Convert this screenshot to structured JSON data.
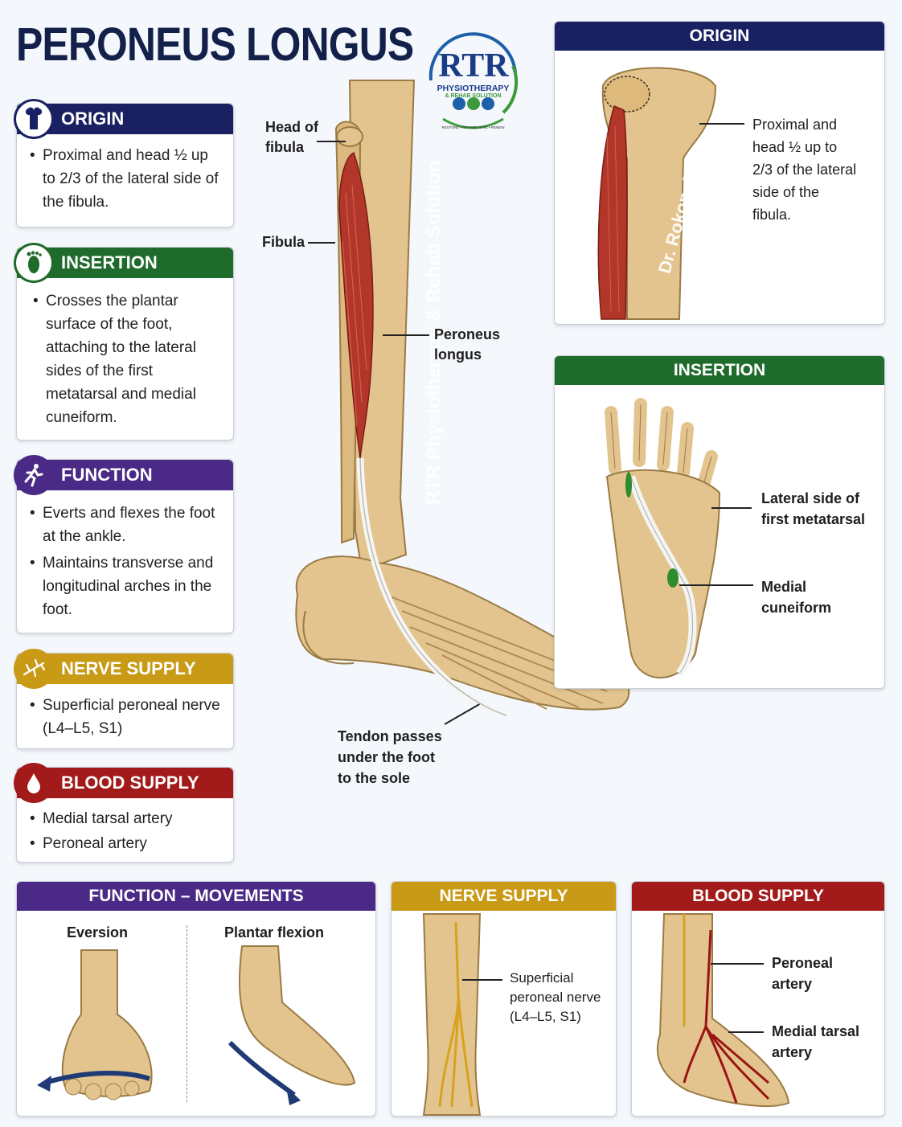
{
  "title": "PERONEUS LONGUS",
  "logo": {
    "text": "RTR",
    "line1": "PHYSIOTHERAPY",
    "line2": "& REHAB SOLUTION",
    "tagline": "RESTORE • REHABILITATE • RENEW"
  },
  "watermarks": {
    "main": "RTR Physiotherapy & Rehab Solution",
    "author": "Dr. Rokon, PT"
  },
  "colors": {
    "navy": "#1a2163",
    "green": "#1f6b2b",
    "purple": "#4a2a86",
    "gold": "#c99a16",
    "red": "#a31a1a",
    "bone": "#e3c48f",
    "muscle": "#b2362a"
  },
  "cards": {
    "origin": {
      "heading": "ORIGIN",
      "icon": "bone-icon",
      "items": [
        "Proximal and head ½ up to 2/3 of the lateral side of the fibula."
      ]
    },
    "insertion": {
      "heading": "INSERTION",
      "icon": "foot-icon",
      "items": [
        "Crosses the plantar surface of the foot, attaching to the lateral sides of the first metatarsal and medial cuneiform."
      ]
    },
    "function": {
      "heading": "FUNCTION",
      "icon": "running-person-icon",
      "items": [
        "Everts and flexes the foot at the ankle.",
        "Maintains transverse and longitudinal arches in the foot."
      ]
    },
    "nerve": {
      "heading": "NERVE SUPPLY",
      "icon": "nerve-icon",
      "items": [
        "Superficial peroneal nerve (L4–L5, S1)"
      ]
    },
    "blood": {
      "heading": "BLOOD SUPPLY",
      "icon": "blood-drop-icon",
      "items": [
        "Medial tarsal artery",
        "Peroneal artery"
      ]
    }
  },
  "main_labels": {
    "head_of_fibula": "Head of fibula",
    "fibula": "Fibula",
    "peroneus_longus": "Peroneus longus",
    "tendon": "Tendon passes under the foot to the sole"
  },
  "origin_panel": {
    "heading": "ORIGIN",
    "label": "Proximal and head ½ up to 2/3 of the lateral side of the fibula."
  },
  "insertion_panel": {
    "heading": "INSERTION",
    "label1": "Lateral side of first metatarsal",
    "label2": "Medial cuneiform"
  },
  "movements_panel": {
    "heading": "FUNCTION – MOVEMENTS",
    "eversion": "Eversion",
    "plantar": "Plantar flexion"
  },
  "nerve_panel": {
    "heading": "NERVE SUPPLY",
    "label": "Superficial peroneal nerve (L4–L5, S1)"
  },
  "blood_panel": {
    "heading": "BLOOD SUPPLY",
    "label1": "Peroneal artery",
    "label2": "Medial tarsal artery"
  }
}
